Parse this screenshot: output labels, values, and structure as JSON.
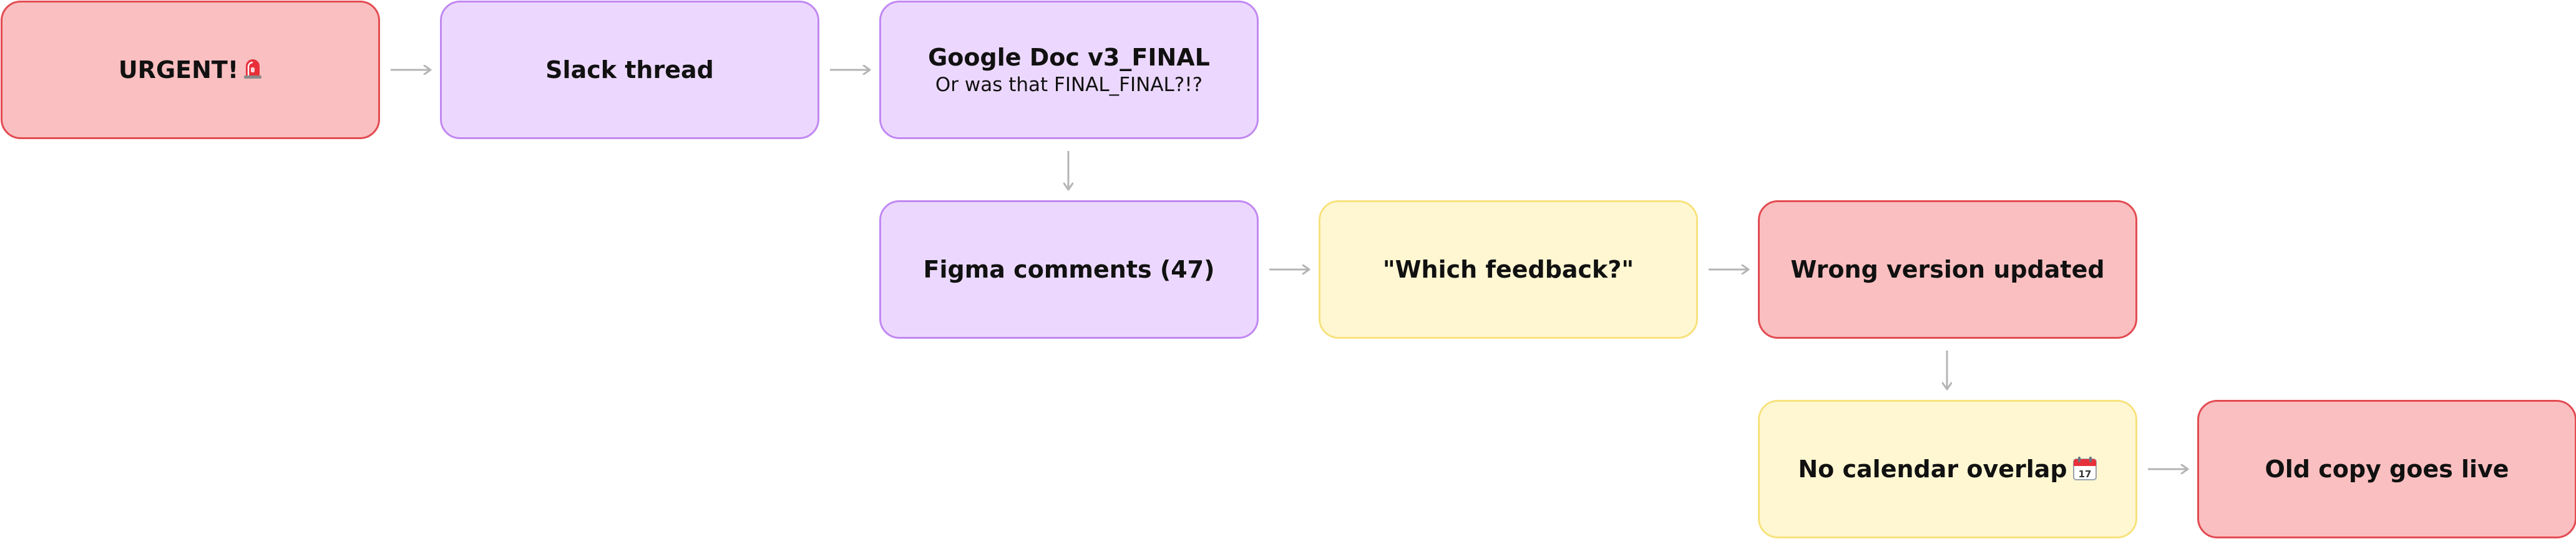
{
  "diagram": {
    "colors": {
      "red_fill": "#fabfc0",
      "red_border": "#e34b52",
      "purple_fill": "#ecd8fe",
      "purple_border": "#c188f2",
      "yellow_fill": "#fff7d2",
      "yellow_border": "#f7e27d",
      "arrow": "#b5b5b5"
    },
    "nodes": [
      {
        "id": "urgent",
        "title": "URGENT!",
        "icon": "siren-icon",
        "color": "red"
      },
      {
        "id": "slack",
        "title": "Slack thread",
        "color": "purple"
      },
      {
        "id": "gdoc",
        "title": "Google Doc v3_FINAL",
        "subtitle": "Or was that FINAL_FINAL?!?",
        "color": "purple"
      },
      {
        "id": "figma",
        "title": "Figma comments (47)",
        "color": "purple"
      },
      {
        "id": "which",
        "title": "\"Which feedback?\"",
        "color": "yellow"
      },
      {
        "id": "wrong",
        "title": "Wrong version updated",
        "color": "red"
      },
      {
        "id": "calendar",
        "title": "No calendar overlap",
        "icon": "calendar-icon",
        "color": "yellow"
      },
      {
        "id": "oldcopy",
        "title": "Old copy goes live",
        "color": "red"
      }
    ],
    "edges": [
      {
        "from": "urgent",
        "to": "slack"
      },
      {
        "from": "slack",
        "to": "gdoc"
      },
      {
        "from": "gdoc",
        "to": "figma"
      },
      {
        "from": "figma",
        "to": "which"
      },
      {
        "from": "which",
        "to": "wrong"
      },
      {
        "from": "wrong",
        "to": "calendar"
      },
      {
        "from": "calendar",
        "to": "oldcopy"
      }
    ]
  }
}
